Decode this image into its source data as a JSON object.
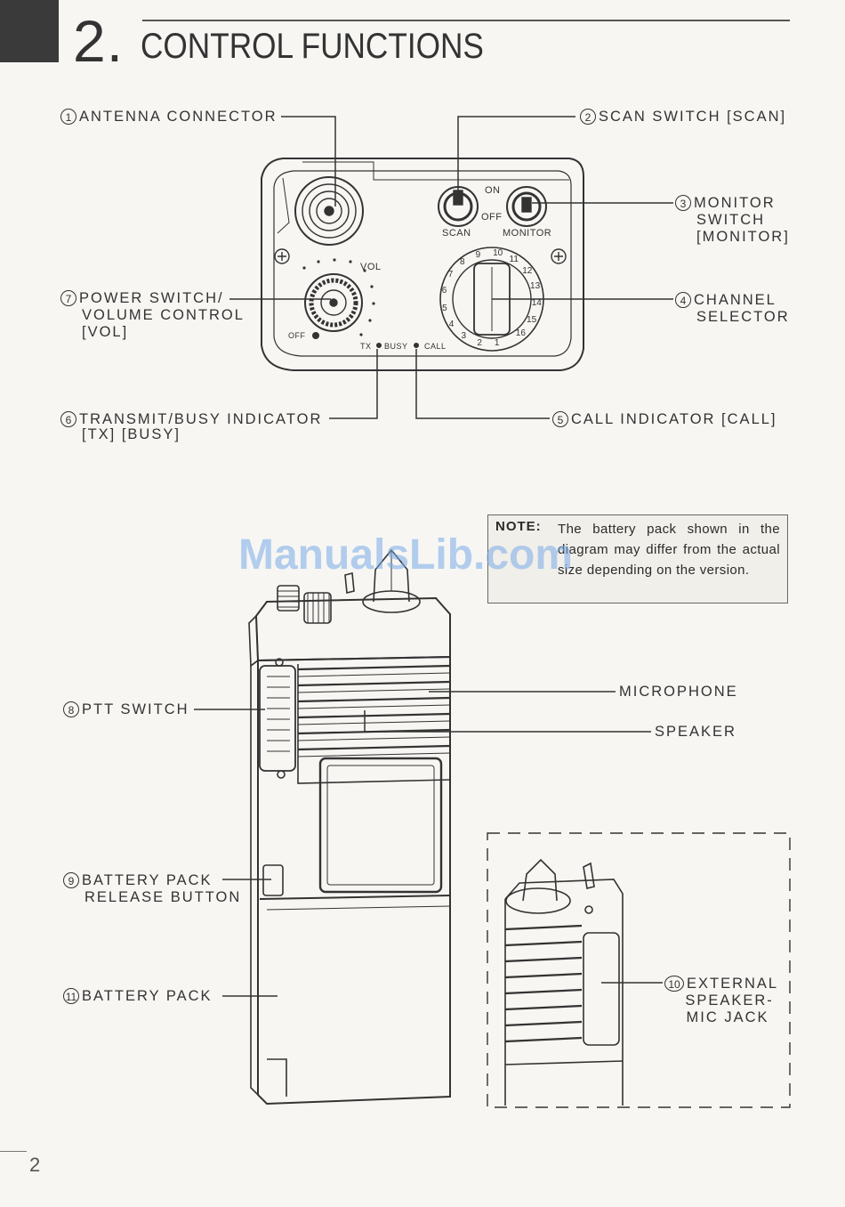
{
  "heading": {
    "number": "2.",
    "title": "CONTROL FUNCTIONS"
  },
  "callouts": {
    "antenna": {
      "num": "1",
      "lines": [
        "ANTENNA CONNECTOR"
      ]
    },
    "scan": {
      "num": "2",
      "lines": [
        "SCAN SWITCH [SCAN]"
      ]
    },
    "monitor": {
      "num": "3",
      "lines": [
        "MONITOR",
        "SWITCH",
        "[MONITOR]"
      ]
    },
    "channel": {
      "num": "4",
      "lines": [
        "CHANNEL",
        "SELECTOR"
      ]
    },
    "call": {
      "num": "5",
      "lines": [
        "CALL INDICATOR [CALL]"
      ]
    },
    "txbusy": {
      "num": "6",
      "lines": [
        "TRANSMIT/BUSY INDICATOR",
        "[TX] [BUSY]"
      ]
    },
    "power": {
      "num": "7",
      "lines": [
        "POWER SWITCH/",
        "VOLUME CONTROL",
        "[VOL]"
      ]
    },
    "ptt": {
      "num": "8",
      "lines": [
        "PTT SWITCH"
      ]
    },
    "release": {
      "num": "9",
      "lines": [
        "BATTERY PACK",
        "RELEASE BUTTON"
      ]
    },
    "ext": {
      "num": "10",
      "lines": [
        "EXTERNAL",
        "SPEAKER-",
        "MIC JACK"
      ]
    },
    "battery": {
      "num": "11",
      "lines": [
        "BATTERY PACK"
      ]
    },
    "microphone": {
      "lines": [
        "MICROPHONE"
      ]
    },
    "speaker": {
      "lines": [
        "SPEAKER"
      ]
    }
  },
  "panel": {
    "on": "ON",
    "off": "OFF",
    "scan": "SCAN",
    "monitor": "MONITOR",
    "vol": "VOL",
    "vol_off": "OFF",
    "tx": "TX",
    "busy": "BUSY",
    "call": "CALL",
    "dial": [
      "1",
      "2",
      "3",
      "4",
      "5",
      "6",
      "7",
      "8",
      "9",
      "10",
      "11",
      "12",
      "13",
      "14",
      "15",
      "16"
    ]
  },
  "note": {
    "label": "NOTE:",
    "text": "The battery pack shown in the diagram may differ from the actual size depending on the version."
  },
  "watermark": "ManualsLib.com",
  "page_number": "2"
}
